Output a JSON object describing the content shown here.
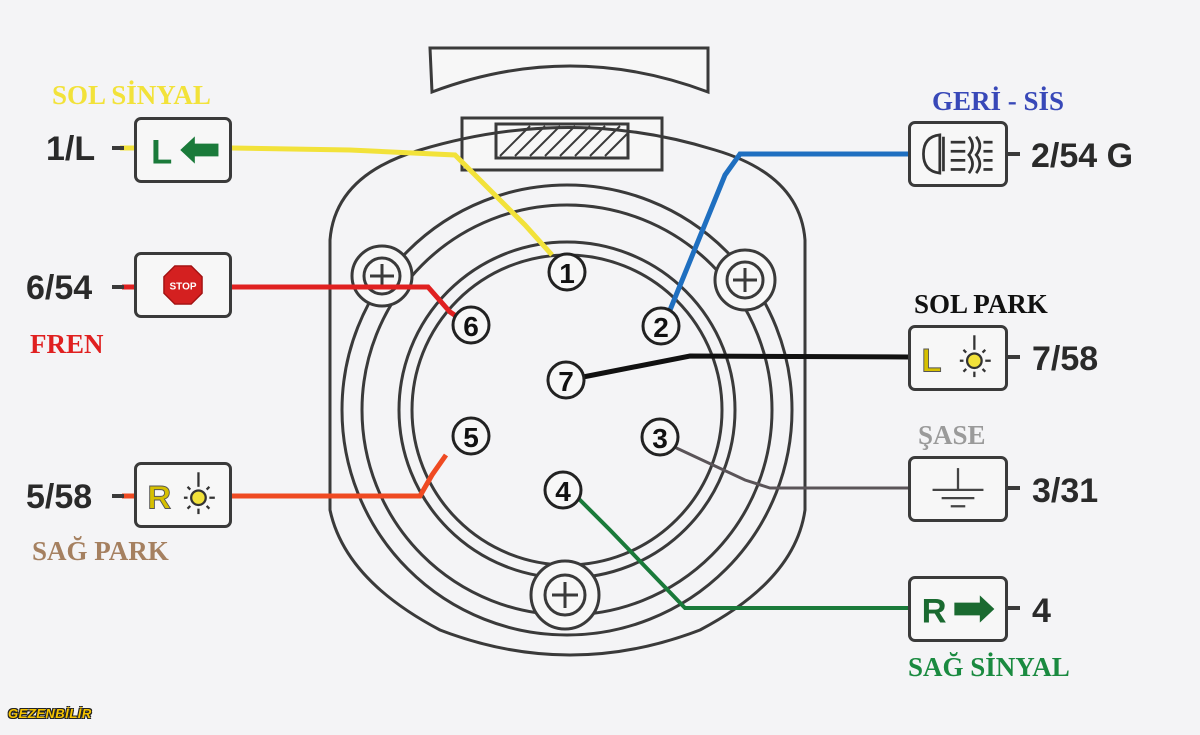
{
  "pins": [
    {
      "number": "1"
    },
    {
      "number": "2"
    },
    {
      "number": "3"
    },
    {
      "number": "4"
    },
    {
      "number": "5"
    },
    {
      "number": "6"
    },
    {
      "number": "7"
    }
  ],
  "connections": [
    {
      "label": "SOL SİNYAL",
      "code": "1/L",
      "pin": "1",
      "wire_color": "#f2e23a",
      "label_color": "#f2e23a",
      "icon": "left-turn-signal-icon",
      "side": "left"
    },
    {
      "label": "FREN",
      "code": "6/54",
      "pin": "6",
      "wire_color": "#e02020",
      "label_color": "#e02020",
      "icon": "stop-icon",
      "icon_text": "STOP",
      "side": "left"
    },
    {
      "label": "SAĞ PARK",
      "code": "5/58",
      "pin": "5",
      "wire_color": "#ef4a22",
      "label_color": "#a58060",
      "icon": "right-park-light-icon",
      "side": "left"
    },
    {
      "label": "GERİ - SİS",
      "code": "2/54 G",
      "pin": "2",
      "wire_color": "#1f6fc0",
      "label_color": "#3848b8",
      "icon": "reverse-fog-light-icon",
      "side": "right"
    },
    {
      "label": "SOL PARK",
      "code": "7/58",
      "pin": "7",
      "wire_color": "#111111",
      "label_color": "#111111",
      "icon": "left-park-light-icon",
      "side": "right"
    },
    {
      "label": "ŞASE",
      "code": "3/31",
      "pin": "3",
      "wire_color": "#5a5458",
      "label_color": "#9a9a9a",
      "icon": "ground-icon",
      "side": "right"
    },
    {
      "label": "SAĞ SİNYAL",
      "code": "4",
      "pin": "4",
      "wire_color": "#1a7a3a",
      "label_color": "#1a8a40",
      "icon": "right-turn-signal-icon",
      "side": "right"
    }
  ],
  "icon_letters": {
    "left": "L",
    "right": "R"
  },
  "brand": "GEZENBİLİR"
}
